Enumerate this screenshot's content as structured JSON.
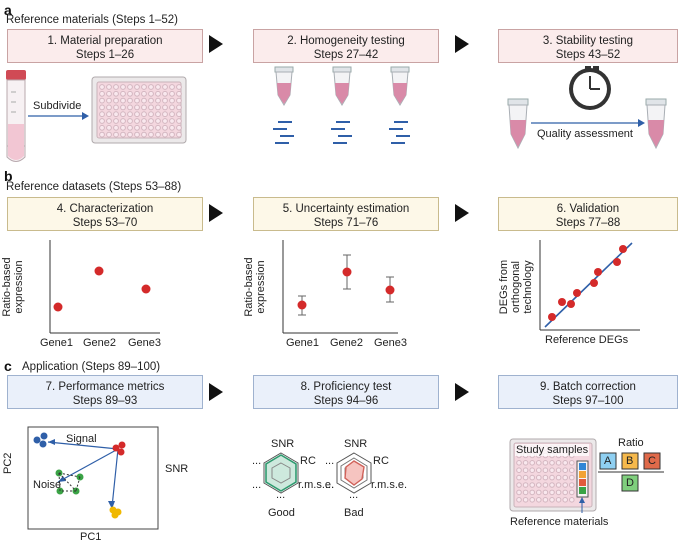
{
  "panel_a": {
    "letter": "a",
    "title": "Reference materials (Steps 1–52)",
    "steps": [
      {
        "name": "1. Material preparation",
        "range": "Steps 1–26"
      },
      {
        "name": "2. Homogeneity testing",
        "range": "Steps 27–42"
      },
      {
        "name": "3. Stability testing",
        "range": "Steps 43–52"
      }
    ],
    "subdivide_label": "Subdivide",
    "quality_label": "Quality assessment"
  },
  "panel_b": {
    "letter": "b",
    "title": "Reference datasets (Steps 53–88)",
    "steps": [
      {
        "name": "4. Characterization",
        "range": "Steps 53–70"
      },
      {
        "name": "5. Uncertainty estimation",
        "range": "Steps 71–76"
      },
      {
        "name": "6. Validation",
        "range": "Steps 77–88"
      }
    ],
    "ylabel_line1": "Ratio-based",
    "ylabel_line2": "expression",
    "genes": [
      "Gene1",
      "Gene2",
      "Gene3"
    ],
    "validation_xlabel": "Reference DEGs",
    "validation_ylabel": [
      "DEGs from",
      "orthogonal",
      "technology"
    ]
  },
  "panel_c": {
    "letter": "c",
    "title": "Application (Steps 89–100)",
    "steps": [
      {
        "name": "7. Performance metrics",
        "range": "Steps 89–93"
      },
      {
        "name": "8. Proficiency test",
        "range": "Steps 94–96"
      },
      {
        "name": "9. Batch correction",
        "range": "Steps 97–100"
      }
    ],
    "pca": {
      "signal": "Signal",
      "noise": "Noise",
      "snr": "SNR",
      "pc1": "PC1",
      "pc2": "PC2"
    },
    "radar": {
      "snr": "SNR",
      "rc": "RC",
      "rmse": "r.m.s.e.",
      "dots": "...",
      "good": "Good",
      "bad": "Bad"
    },
    "batch": {
      "study_samples": "Study samples",
      "reference_materials": "Reference materials",
      "ratio": "Ratio",
      "A": "A",
      "B": "B",
      "C": "C",
      "D": "D"
    }
  },
  "colors": {
    "red_dot": "#d42a2a",
    "blue_line": "#2f5fa8",
    "green_radar": "#2e9a6f",
    "pink_tube": "#d98aa8"
  }
}
